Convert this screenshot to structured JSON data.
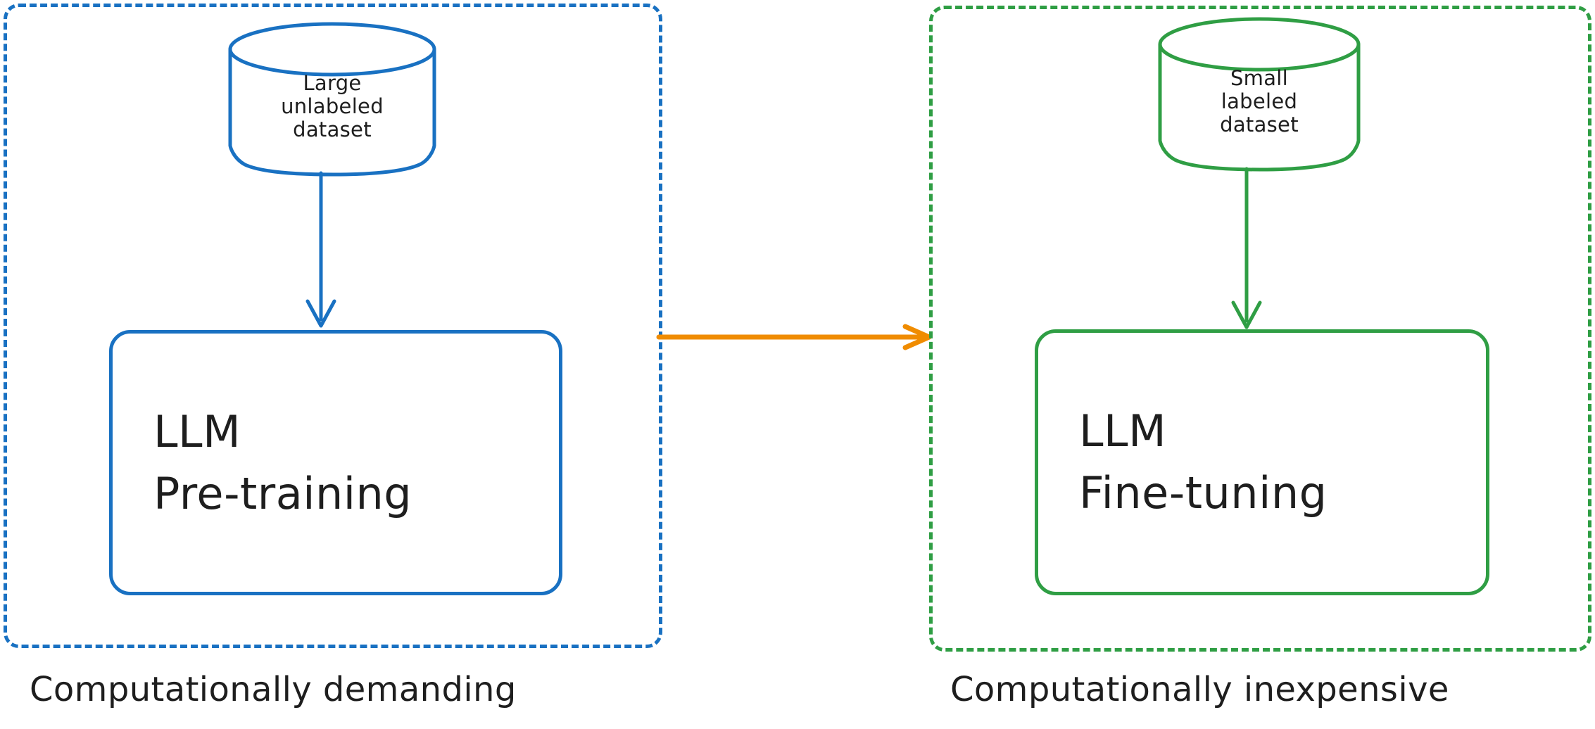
{
  "diagram": {
    "title": "LLM Pre-training and Fine-tuning stages",
    "colors": {
      "pretrain_blue": "#1971c2",
      "finetune_green": "#2f9e44",
      "flow_orange": "#f08c00",
      "text_black": "#1e1e1e",
      "background": "#ffffff"
    }
  },
  "stages": {
    "pretrain": {
      "dataset": {
        "name": "large-unlabeled-dataset",
        "label": "Large\nunlabeled\ndataset"
      },
      "box": {
        "line1": "LLM",
        "line2": "Pre-training"
      },
      "caption": "Computationally demanding"
    },
    "finetune": {
      "dataset": {
        "name": "small-labeled-dataset",
        "label": "Small\nlabeled\ndataset"
      },
      "box": {
        "line1": "LLM",
        "line2": "Fine-tuning"
      },
      "caption": "Computationally inexpensive"
    }
  },
  "connectors": {
    "pretrain_dataset_to_box": "arrow-down",
    "finetune_dataset_to_box": "arrow-down",
    "pretrain_to_finetune": "arrow-right"
  }
}
